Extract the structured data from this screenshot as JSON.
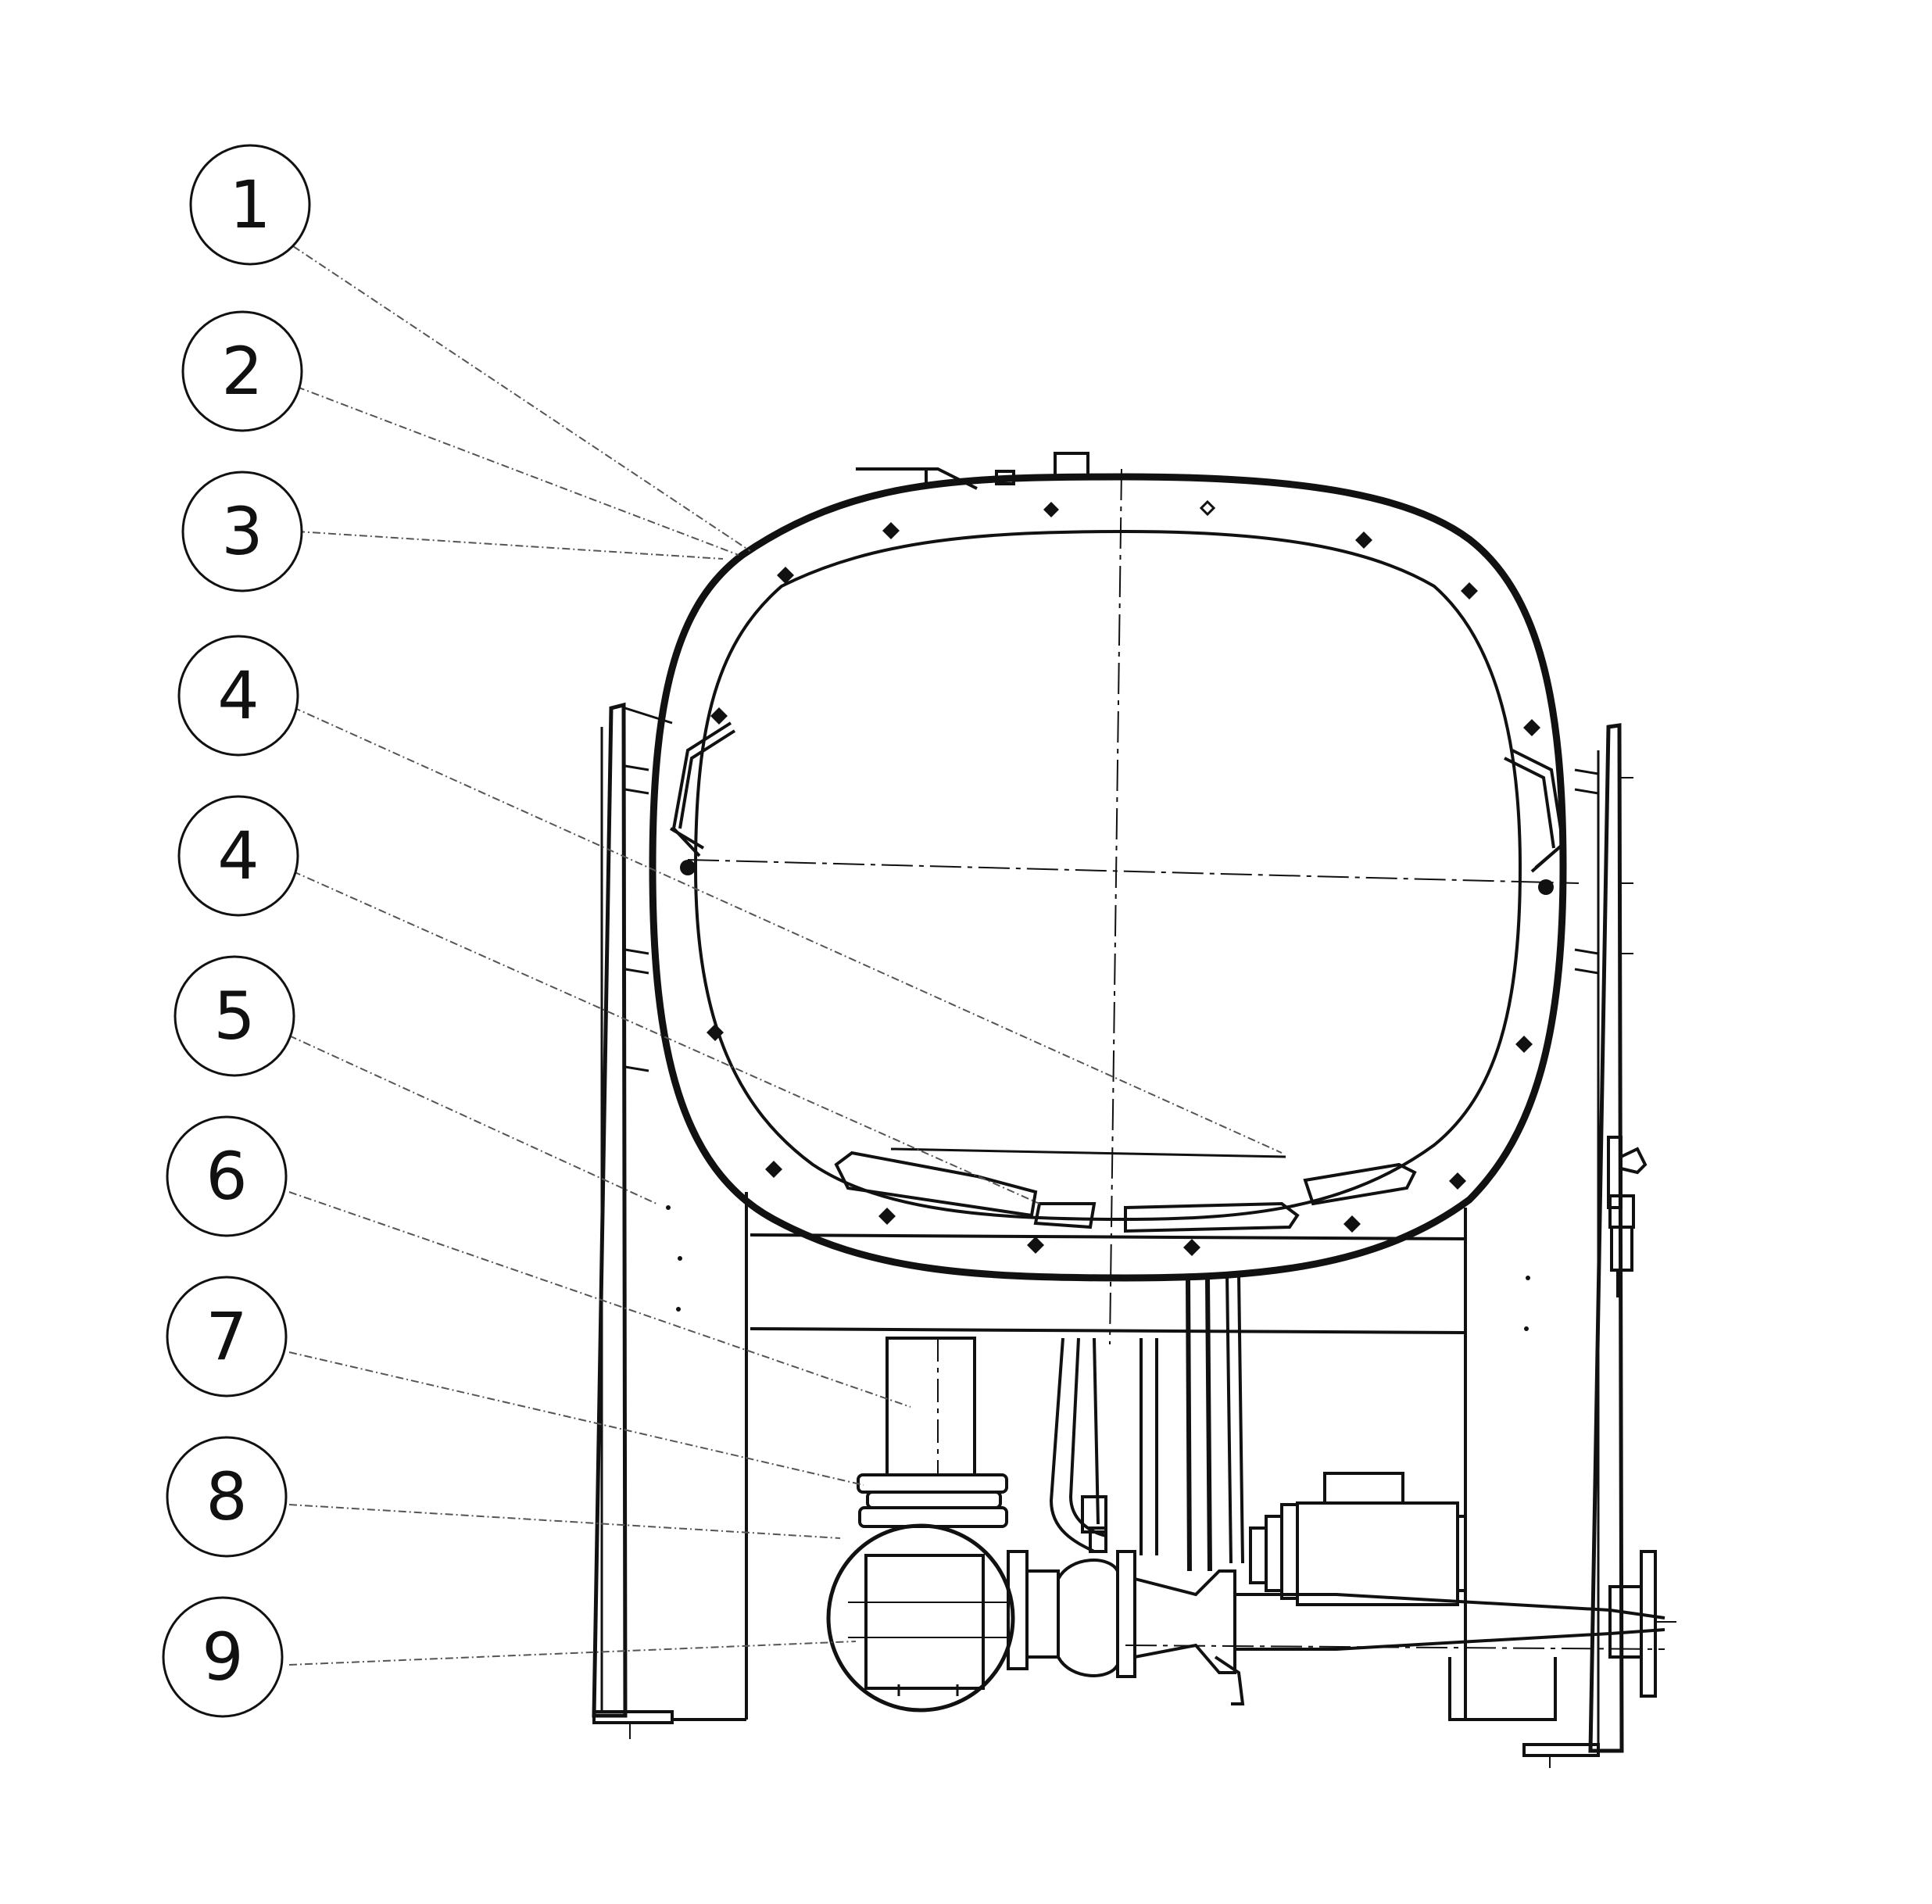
{
  "diagram": {
    "colors": {
      "ink": "#111111",
      "leader": "#555555",
      "paper": "#ffffff"
    },
    "callouts": [
      {
        "id": "c1",
        "label": "1"
      },
      {
        "id": "c2",
        "label": "2"
      },
      {
        "id": "c3",
        "label": "3"
      },
      {
        "id": "c4a",
        "label": "4"
      },
      {
        "id": "c4b",
        "label": "4"
      },
      {
        "id": "c5",
        "label": "5"
      },
      {
        "id": "c6",
        "label": "6"
      },
      {
        "id": "c7",
        "label": "7"
      },
      {
        "id": "c8",
        "label": "8"
      },
      {
        "id": "c9",
        "label": "9"
      }
    ]
  }
}
